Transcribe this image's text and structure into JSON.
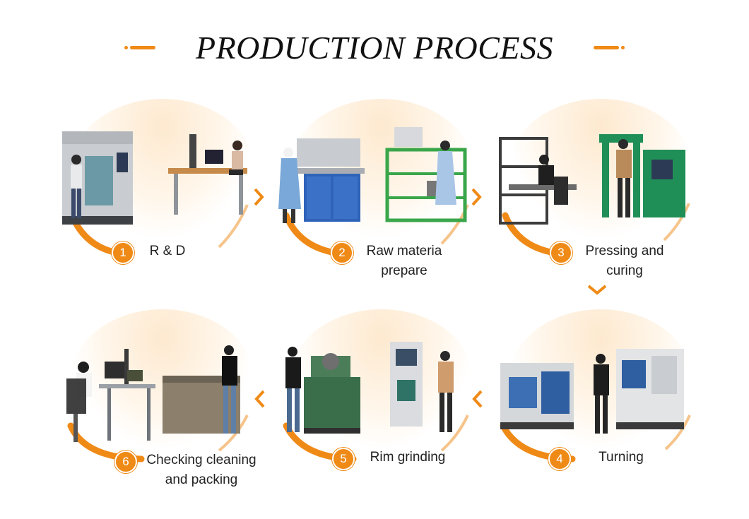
{
  "title": "PRODUCTION PROCESS",
  "accent_color": "#ef8a16",
  "steps": [
    {
      "number": "1",
      "label_line1": "R & D",
      "label_line2": ""
    },
    {
      "number": "2",
      "label_line1": "Raw materia",
      "label_line2": "prepare"
    },
    {
      "number": "3",
      "label_line1": "Pressing and",
      "label_line2": "curing"
    },
    {
      "number": "4",
      "label_line1": "Turning",
      "label_line2": ""
    },
    {
      "number": "5",
      "label_line1": "Rim grinding",
      "label_line2": ""
    },
    {
      "number": "6",
      "label_line1": "Checking cleaning",
      "label_line2": "and packing"
    }
  ],
  "flow_arrows": [
    "chevron-right-icon",
    "chevron-right-icon",
    "chevron-down-icon",
    "chevron-left-icon",
    "chevron-left-icon"
  ]
}
